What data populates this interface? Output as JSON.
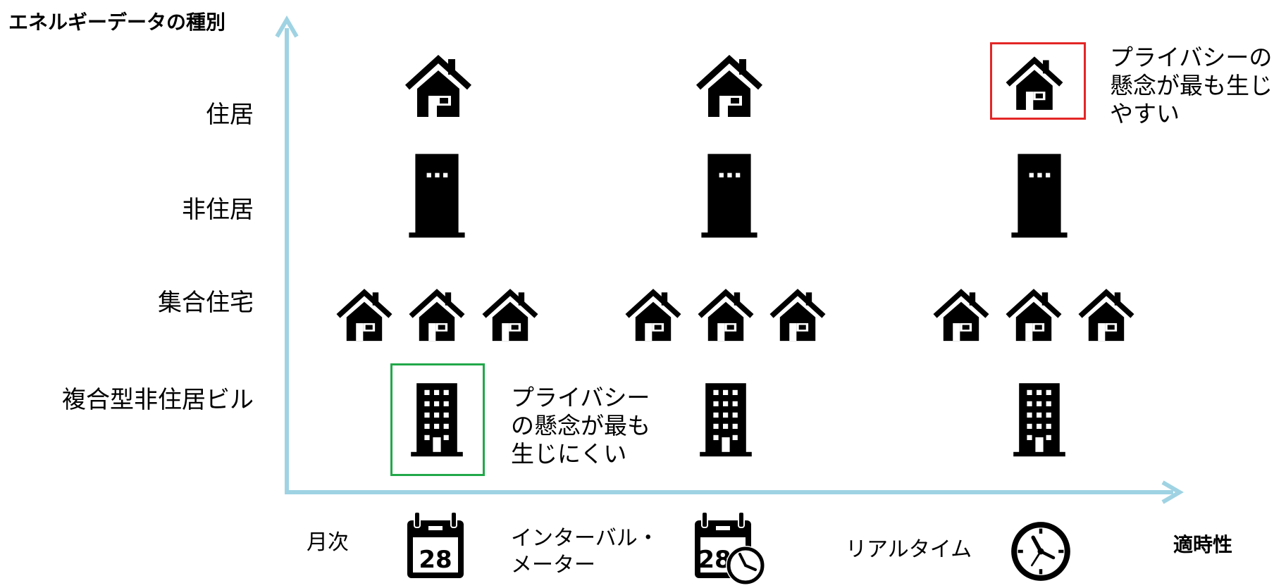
{
  "y_axis": {
    "title": "エネルギーデータの種別",
    "categories": [
      "住居",
      "非住居",
      "集合住宅",
      "複合型非住居ビル"
    ]
  },
  "x_axis": {
    "title": "適時性",
    "categories": [
      "月次",
      "インターバル・メーター",
      "リアルタイム"
    ],
    "interval_line1": "インターバル・",
    "interval_line2": "メーター"
  },
  "notes": {
    "high": {
      "line1": "プライバシーの",
      "line2": "懸念が最も生じ",
      "line3": "やすい",
      "color": "#e32626"
    },
    "low": {
      "line1": "プライバシー",
      "line2": "の懸念が最も",
      "line3": "生じにくい",
      "color": "#21a84a"
    }
  },
  "icons": {
    "house": "house-icon",
    "building": "building-icon",
    "tower": "office-tower-icon",
    "calendar": "calendar-icon",
    "clock": "clock-icon",
    "calendar_day": "28"
  },
  "colors": {
    "axis": "#9fd3e3"
  }
}
